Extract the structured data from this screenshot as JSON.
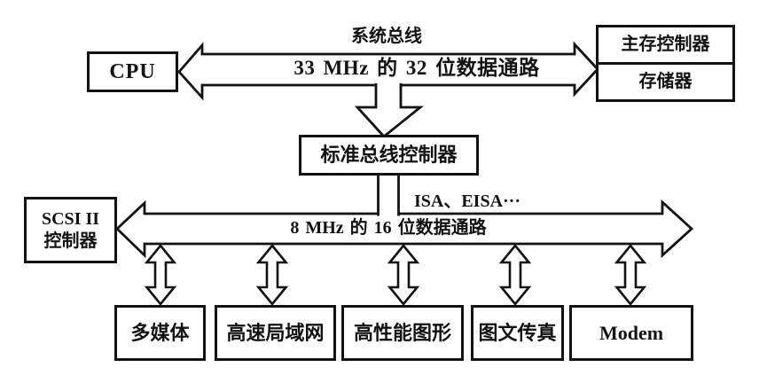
{
  "figure": {
    "type": "block-diagram",
    "background": "#ffffff",
    "ink": "#121212"
  },
  "buses": {
    "system_bus": {
      "name": "系统总线",
      "spec": "33 MHz 的 32 位数据通路"
    },
    "standard_bus": {
      "types": "ISA、EISA···",
      "spec": "8 MHz 的 16 位数据通路"
    }
  },
  "nodes": {
    "cpu": {
      "label": "CPU"
    },
    "memory": {
      "top_label": "主存控制器",
      "bottom_label": "存储器"
    },
    "standard_bus_controller": {
      "label": "标准总线控制器"
    },
    "scsi_controller": {
      "line1": "SCSI II",
      "line2": "控制器"
    },
    "peripherals": [
      {
        "label": "多媒体"
      },
      {
        "label": "高速局域网"
      },
      {
        "label": "高性能图形"
      },
      {
        "label": "图文传真"
      },
      {
        "label": "Modem"
      }
    ]
  }
}
